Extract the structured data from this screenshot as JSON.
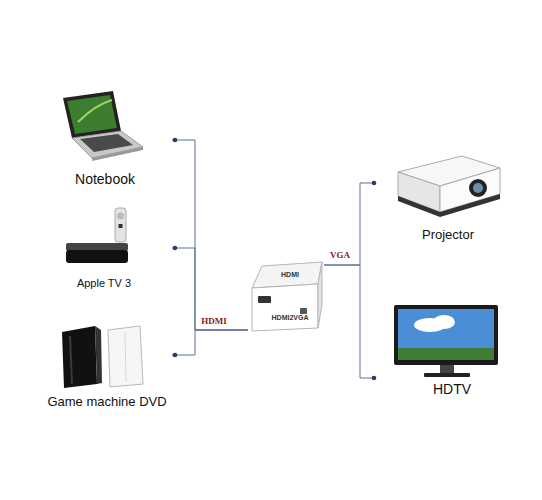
{
  "diagram": {
    "nodes": [
      {
        "text": [
          "Notebook"
        ]
      },
      {
        "text": [
          "Apple TV 3"
        ]
      },
      {
        "text": [
          "Game machine DVD"
        ]
      },
      {
        "text": [
          "HDMI",
          "HDMI2VGA"
        ]
      },
      {
        "text": [
          "Projector"
        ]
      },
      {
        "text": [
          "HDTV"
        ]
      }
    ],
    "edges": [
      {
        "from": 0,
        "to": 3,
        "arrow": "none"
      },
      {
        "from": 1,
        "to": 3,
        "arrow": "none"
      },
      {
        "from": 2,
        "to": 3,
        "arrow": "none",
        "label": "HDMI"
      },
      {
        "from": 3,
        "to": 4,
        "arrow": "none",
        "label": "VGA"
      },
      {
        "from": 3,
        "to": 5,
        "arrow": "none"
      }
    ]
  }
}
